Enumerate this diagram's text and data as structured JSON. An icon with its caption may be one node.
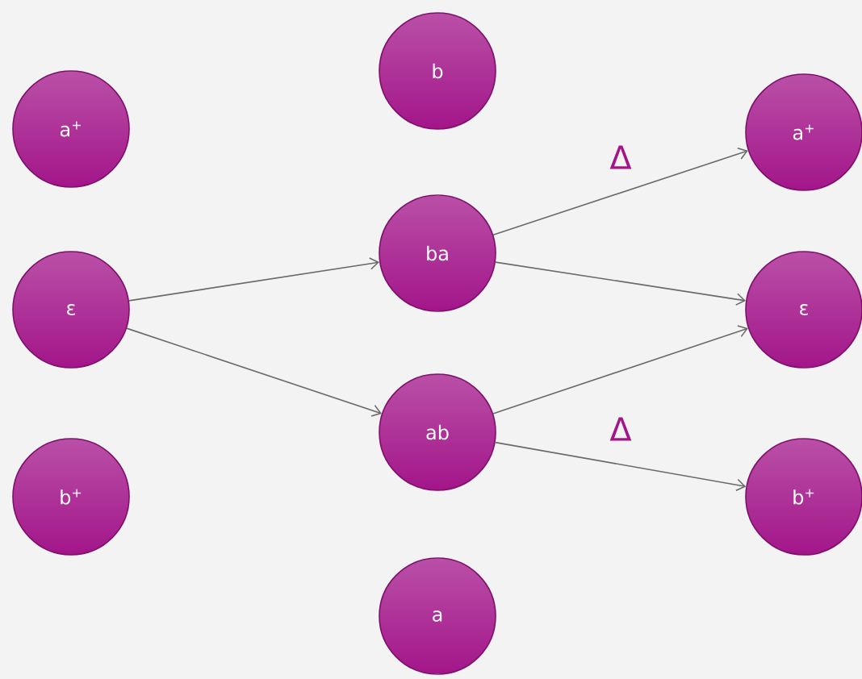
{
  "diagram": {
    "nodes": [
      {
        "text": [
          "a$^{+}$"
        ]
      },
      {
        "text": [
          "ε"
        ]
      },
      {
        "text": [
          "b$^{+}$"
        ]
      },
      {
        "text": [
          "b"
        ]
      },
      {
        "text": [
          "ba"
        ]
      },
      {
        "text": [
          "ab"
        ]
      },
      {
        "text": [
          "a"
        ]
      },
      {
        "text": [
          "a$^{+}$"
        ]
      },
      {
        "text": [
          "ε"
        ]
      },
      {
        "text": [
          "b$^{+}$"
        ]
      }
    ],
    "edges": [
      {
        "from": 1,
        "to": 4,
        "arrow": "to"
      },
      {
        "from": 1,
        "to": 5,
        "arrow": "to"
      },
      {
        "from": 4,
        "to": 7,
        "arrow": "to",
        "label": "Δ"
      },
      {
        "from": 4,
        "to": 8,
        "arrow": "to"
      },
      {
        "from": 5,
        "to": 8,
        "arrow": "to"
      },
      {
        "from": 5,
        "to": 9,
        "arrow": "to",
        "label": "Δ"
      }
    ]
  }
}
